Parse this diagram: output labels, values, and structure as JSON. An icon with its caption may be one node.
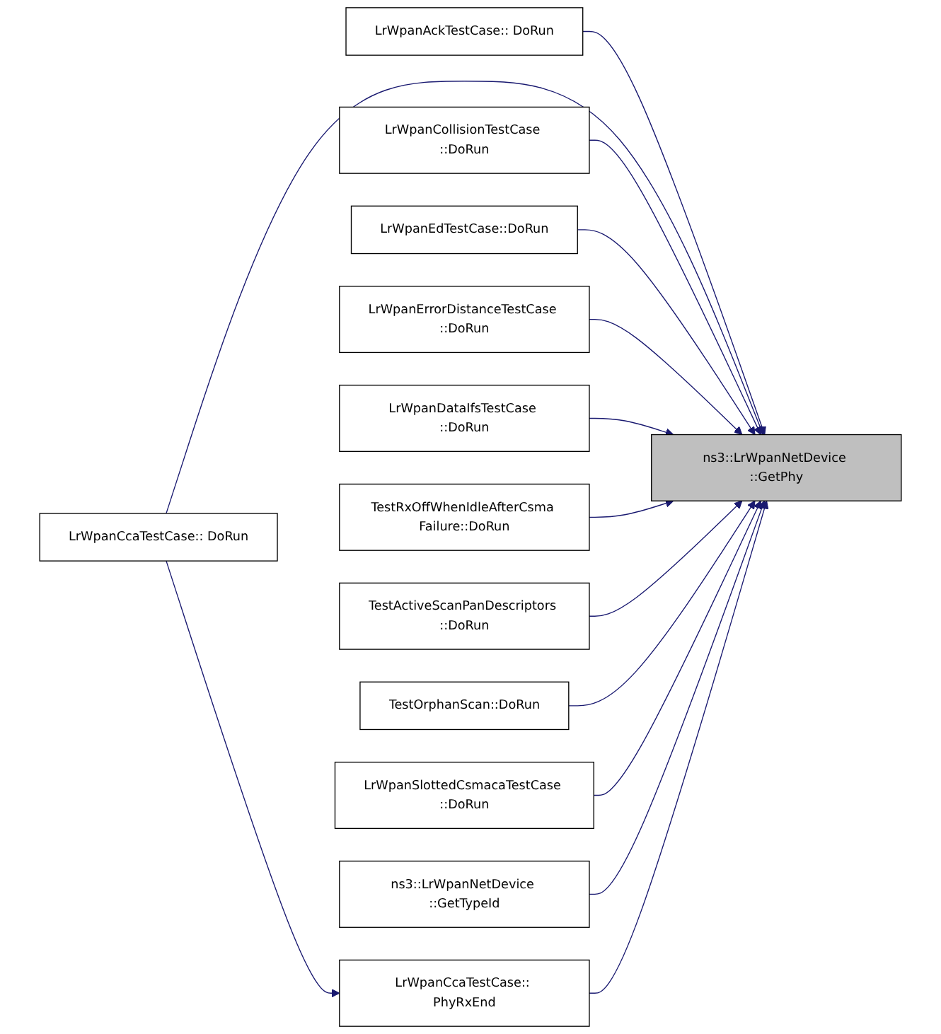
{
  "diagram": {
    "nodes": [
      {
        "text": [
          "ns3::LrWpanNetDevice ::GetPhy"
        ]
      },
      {
        "text": [
          "LrWpanAckTestCase:: DoRun"
        ]
      },
      {
        "text": [
          "LrWpanCcaTestCase:: DoRun"
        ]
      },
      {
        "text": [
          "LrWpanCollisionTestCase ::DoRun"
        ]
      },
      {
        "text": [
          "LrWpanEdTestCase::DoRun"
        ]
      },
      {
        "text": [
          "LrWpanErrorDistanceTestCase ::DoRun"
        ]
      },
      {
        "text": [
          "LrWpanDataIfsTestCase ::DoRun"
        ]
      },
      {
        "text": [
          "TestRxOffWhenIdleAfterCsma Failure::DoRun"
        ]
      },
      {
        "text": [
          "TestActiveScanPanDescriptors ::DoRun"
        ]
      },
      {
        "text": [
          "TestOrphanScan::DoRun"
        ]
      },
      {
        "text": [
          "LrWpanSlottedCsmacaTestCase ::DoRun"
        ]
      },
      {
        "text": [
          "ns3::LrWpanNetDevice ::GetTypeId"
        ]
      },
      {
        "text": [
          "LrWpanCcaTestCase:: PhyRxEnd"
        ]
      }
    ],
    "edges": [
      {
        "from": 1,
        "to": 0,
        "arrow": "to",
        "color": "#191970"
      },
      {
        "from": 2,
        "to": 0,
        "arrow": "to",
        "color": "#191970"
      },
      {
        "from": 3,
        "to": 0,
        "arrow": "to",
        "color": "#191970"
      },
      {
        "from": 4,
        "to": 0,
        "arrow": "to",
        "color": "#191970"
      },
      {
        "from": 5,
        "to": 0,
        "arrow": "to",
        "color": "#191970"
      },
      {
        "from": 6,
        "to": 0,
        "arrow": "to",
        "color": "#191970"
      },
      {
        "from": 7,
        "to": 0,
        "arrow": "to",
        "color": "#191970"
      },
      {
        "from": 8,
        "to": 0,
        "arrow": "to",
        "color": "#191970"
      },
      {
        "from": 9,
        "to": 0,
        "arrow": "to",
        "color": "#191970"
      },
      {
        "from": 10,
        "to": 0,
        "arrow": "to",
        "color": "#191970"
      },
      {
        "from": 11,
        "to": 0,
        "arrow": "to",
        "color": "#191970"
      },
      {
        "from": 12,
        "to": 0,
        "arrow": "to",
        "color": "#191970"
      },
      {
        "from": 2,
        "to": 12,
        "arrow": "to",
        "color": "#191970"
      }
    ]
  }
}
